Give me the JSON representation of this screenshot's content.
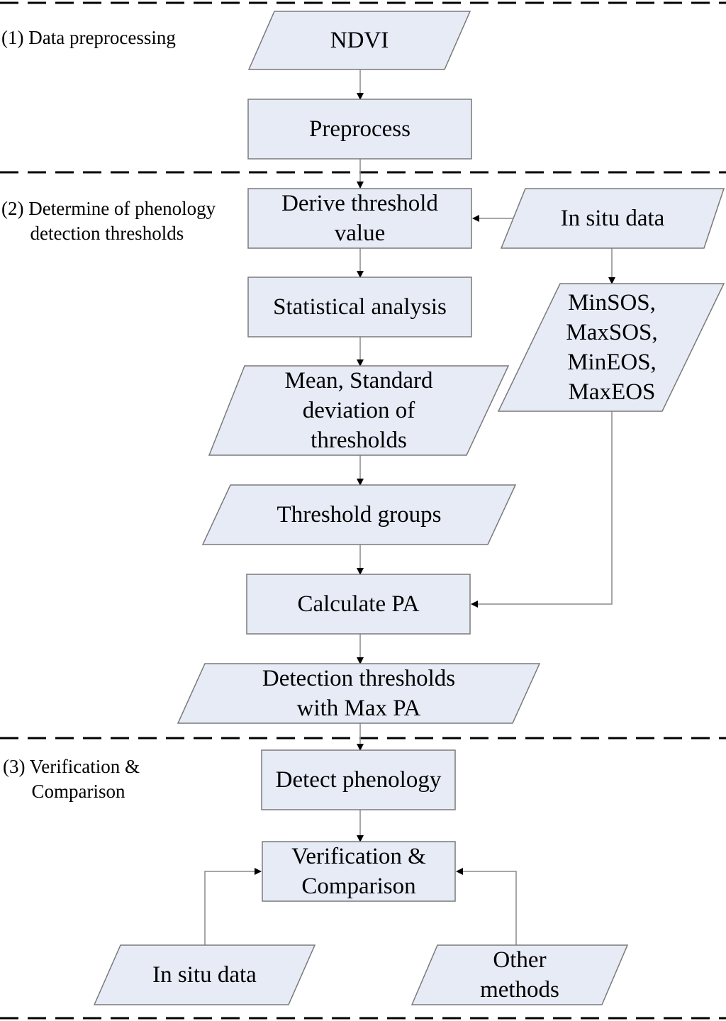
{
  "colors": {
    "node_fill": "#e6ebf6",
    "node_stroke": "#7a7a7a",
    "connector": "#8a8a8a",
    "divider": "#000000"
  },
  "sections": {
    "s1": "(1) Data preprocessing",
    "s2": "(2) Determine of phenology\n      detection thresholds",
    "s3": "(3) Verification &\n      Comparison"
  },
  "nodes": {
    "ndvi": "NDVI",
    "preprocess": "Preprocess",
    "derive": "Derive threshold\nvalue",
    "insitu_top": "In situ data",
    "stats": "Statistical analysis",
    "minmax": "MinSOS,\nMaxSOS,\nMinEOS,\nMaxEOS",
    "mean_sd": "Mean, Standard\ndeviation of\nthresholds",
    "groups": "Threshold groups",
    "calc_pa": "Calculate PA",
    "detection": "Detection thresholds\nwith Max PA",
    "detect_pheno": "Detect phenology",
    "verification": "Verification &\nComparison",
    "insitu_bottom": "In situ data",
    "other_methods": "Other\nmethods"
  }
}
